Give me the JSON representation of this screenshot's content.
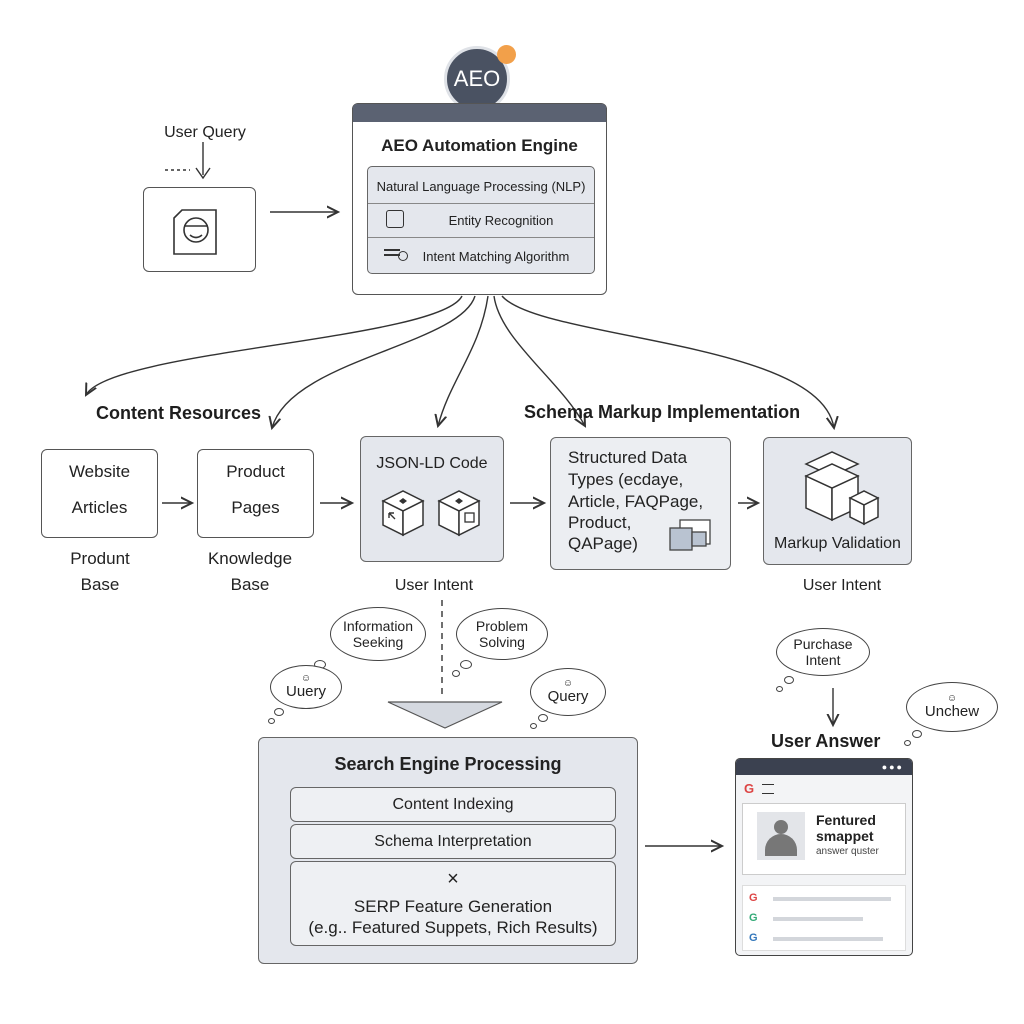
{
  "logo": {
    "text": "AEO"
  },
  "user_query": {
    "label": "User Query"
  },
  "engine": {
    "title": "AEO Automation Engine",
    "rows": [
      "Natural Language Processing (NLP)",
      "Entity Recognition",
      "Intent Matching Algorithm"
    ]
  },
  "content_resources": {
    "heading": "Content Resources",
    "box1": [
      "Website",
      "Articles"
    ],
    "box2": [
      "Product",
      "Pages"
    ],
    "caption1": [
      "Produnt",
      "Base"
    ],
    "caption2": [
      "Knowledge",
      "Base"
    ]
  },
  "schema": {
    "heading": "Schema Markup Implementation",
    "jsonld_label": "JSON-LD Code",
    "jsonld_caption": "User Intent",
    "structured_lines": [
      "Structured Data",
      "Types (ecdaye,",
      "Article, FAQPage,",
      "Product,",
      "QAPage)"
    ],
    "validation_label": "Markup Validation",
    "validation_caption": "User Intent"
  },
  "thoughts": {
    "info": [
      "Information",
      "Seeking"
    ],
    "problem": [
      "Problem",
      "Solving"
    ],
    "query_left": "Uuery",
    "query_right": "Query",
    "purchase": [
      "Purchase",
      "Intent"
    ],
    "unchew": "Unchew"
  },
  "search_engine": {
    "title": "Search Engine Processing",
    "rows": [
      "Content Indexing",
      "Schema Interpretation"
    ],
    "serp_icon": "×",
    "serp_lines": [
      "SERP Feature Generation",
      "(e.g.. Featured Suppets, Rich Results)"
    ]
  },
  "user_answer": {
    "heading": "User Answer",
    "snippet_title": [
      "Fentured",
      "smappet"
    ],
    "snippet_sub": "answer quster"
  },
  "colors": {
    "accent": "#f2a04a",
    "logo_bg": "#4a5262",
    "box_gray": "#e4e7ed"
  }
}
